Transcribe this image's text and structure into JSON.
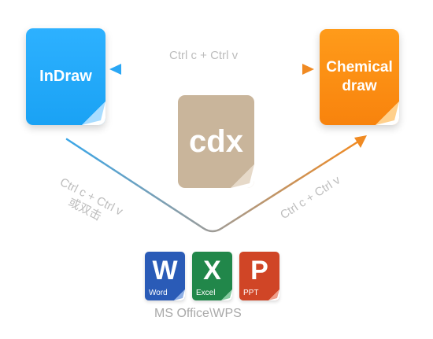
{
  "nodes": {
    "indraw": {
      "label": "InDraw",
      "color": "#1fa6f7"
    },
    "chemical_draw": {
      "line1": "Chemical",
      "line2": "draw",
      "color": "#f8870f"
    },
    "cdx": {
      "label": "cdx",
      "color": "#c9b59b"
    }
  },
  "connections": {
    "top": "Ctrl c + Ctrl v",
    "left_line1": "Ctrl c + Ctrl v",
    "left_line2": "或双击",
    "right": "Ctrl c + Ctrl v"
  },
  "office": {
    "word": {
      "letter": "W",
      "name": "Word",
      "color": "#2a5bb7"
    },
    "excel": {
      "letter": "X",
      "name": "Excel",
      "color": "#21874a"
    },
    "ppt": {
      "letter": "P",
      "name": "PPT",
      "color": "#d04526"
    },
    "suite_label": "MS Office\\WPS"
  }
}
